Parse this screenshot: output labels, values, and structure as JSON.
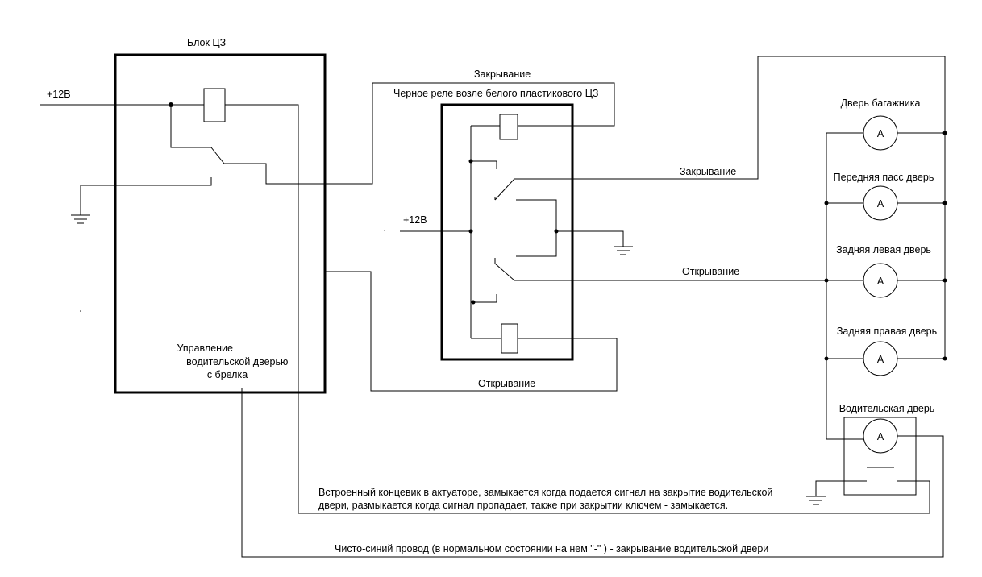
{
  "labels": {
    "block_title": "Блок ЦЗ",
    "plus12_left": "+12В",
    "driver_control": [
      "Управление",
      "водительской дверью",
      "с брелка"
    ],
    "close_top": "Закрывание",
    "black_relay": "Черное реле возле белого пластикового ЦЗ",
    "plus12_mid": "+12В",
    "close_right": "Закрывание",
    "open_right": "Открывание",
    "open_bottom": "Открывание",
    "note_limit_switch": [
      "Встроенный концевик в актуаторе, замыкается когда подается сигнал на  закрытие водительской",
      "двери, размыкается когда сигнал пропадает, также при закрытии ключем - замыкается."
    ],
    "note_blue_wire": "Чисто-синий провод (в нормальном состоянии на нем \"-\" )  - закрывание водительской двери"
  },
  "doors": [
    {
      "label": "Дверь багажника",
      "symbol": "A"
    },
    {
      "label": "Передняя пасс дверь",
      "symbol": "A"
    },
    {
      "label": "Задняя левая дверь",
      "symbol": "A"
    },
    {
      "label": "Задняя правая дверь",
      "symbol": "A"
    },
    {
      "label": "Водительская дверь",
      "symbol": "A"
    }
  ]
}
